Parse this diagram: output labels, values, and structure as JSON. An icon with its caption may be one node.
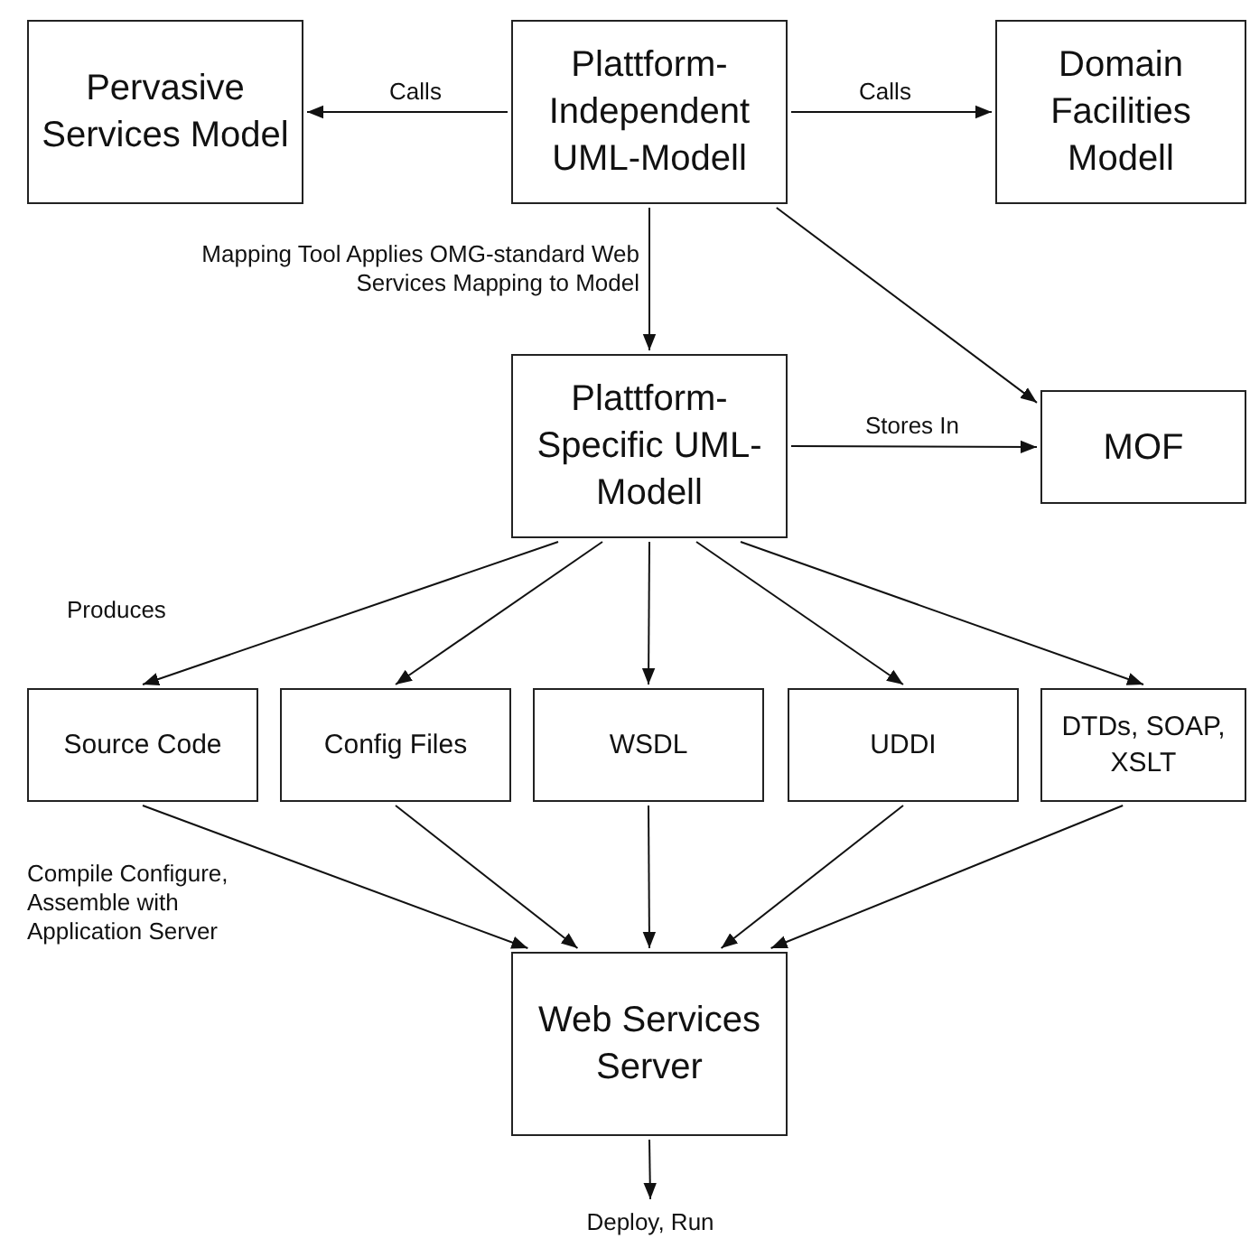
{
  "diagram": {
    "nodes": [
      {
        "text": [
          "Pervasive Services Model"
        ]
      },
      {
        "text": [
          "Plattform-Independent UML-Modell"
        ]
      },
      {
        "text": [
          "Domain Facilities Modell"
        ]
      },
      {
        "text": [
          "Plattform-Specific UML-Modell"
        ]
      },
      {
        "text": [
          "MOF"
        ]
      },
      {
        "text": [
          "Source Code"
        ]
      },
      {
        "text": [
          "Config Files"
        ]
      },
      {
        "text": [
          "WSDL"
        ]
      },
      {
        "text": [
          "UDDI"
        ]
      },
      {
        "text": [
          "DTDs, SOAP, XSLT"
        ]
      },
      {
        "text": [
          "Web Services Server"
        ]
      },
      {
        "text": [
          "Deploy, Run"
        ]
      }
    ],
    "edges": [
      {
        "from": 1,
        "to": 0,
        "arrow": "to",
        "label": "Calls"
      },
      {
        "from": 1,
        "to": 2,
        "arrow": "to",
        "label": "Calls"
      },
      {
        "from": 1,
        "to": 3,
        "arrow": "to",
        "label": "Mapping Tool Applies OMG-standard Web Services Mapping to Model"
      },
      {
        "from": 1,
        "to": 4,
        "arrow": "to"
      },
      {
        "from": 3,
        "to": 4,
        "arrow": "to",
        "label": "Stores In"
      },
      {
        "from": 3,
        "to": 5,
        "arrow": "to"
      },
      {
        "from": 3,
        "to": 6,
        "arrow": "to"
      },
      {
        "from": 3,
        "to": 7,
        "arrow": "to"
      },
      {
        "from": 3,
        "to": 8,
        "arrow": "to"
      },
      {
        "from": 3,
        "to": 9,
        "arrow": "to"
      },
      {
        "from": 5,
        "to": 10,
        "arrow": "to"
      },
      {
        "from": 6,
        "to": 10,
        "arrow": "to"
      },
      {
        "from": 7,
        "to": 10,
        "arrow": "to"
      },
      {
        "from": 8,
        "to": 10,
        "arrow": "to"
      },
      {
        "from": 9,
        "to": 10,
        "arrow": "to"
      },
      {
        "from": 10,
        "to": 11,
        "arrow": "to"
      }
    ],
    "labels": [
      "Produces",
      "Compile Configure, Assemble with Application Server"
    ]
  }
}
